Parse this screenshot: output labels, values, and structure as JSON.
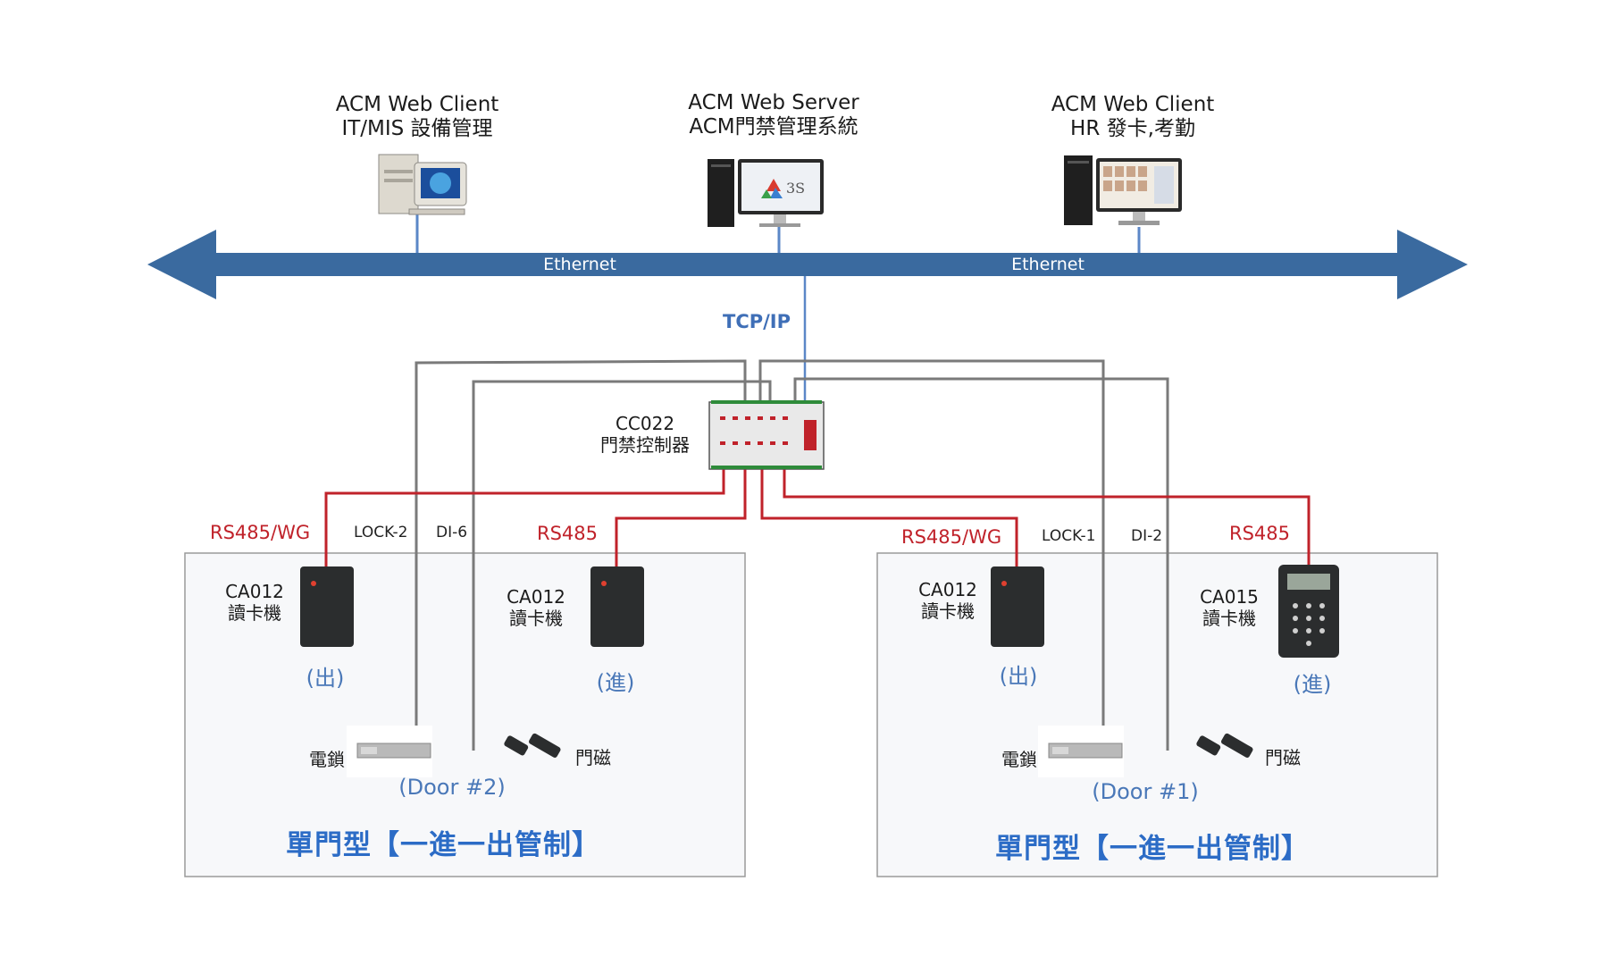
{
  "network": {
    "left_client_line1": "ACM Web Client",
    "left_client_line2": "IT/MIS 設備管理",
    "server_line1": "ACM Web Server",
    "server_line2": "ACM門禁管理系統",
    "right_client_line1": "ACM Web Client",
    "right_client_line2": "HR 發卡,考勤",
    "ethernet_left": "Ethernet",
    "ethernet_right": "Ethernet",
    "tcpip": "TCP/IP",
    "server_logo": "3S"
  },
  "controller": {
    "model": "CC022",
    "name": "門禁控制器"
  },
  "left_door": {
    "rs485wg": "RS485/WG",
    "lock": "LOCK-2",
    "di": "DI-6",
    "rs485": "RS485",
    "reader_out_model": "CA012",
    "reader_out_name": "讀卡機",
    "reader_out_dir": "(出)",
    "reader_in_model": "CA012",
    "reader_in_name": "讀卡機",
    "reader_in_dir": "(進)",
    "lock_label": "電鎖",
    "sensor_label": "門磁",
    "door_label": "(Door #2)",
    "title": "單門型【一進一出管制】"
  },
  "right_door": {
    "rs485wg": "RS485/WG",
    "lock": "LOCK-1",
    "di": "DI-2",
    "rs485": "RS485",
    "reader_out_model": "CA012",
    "reader_out_name": "讀卡機",
    "reader_out_dir": "(出)",
    "reader_in_model": "CA015",
    "reader_in_name": "讀卡機",
    "reader_in_dir": "(進)",
    "lock_label": "電鎖",
    "sensor_label": "門磁",
    "door_label": "(Door #1)",
    "title": "單門型【一進一出管制】"
  },
  "colors": {
    "ethernet_arrow": "#3a6a9f",
    "rs485_wire": "#c0222a",
    "io_wire": "#7a7a7a",
    "tcp_wire": "#5b87c7",
    "box_border": "#9a9a9a",
    "box_fill": "#f7f8fa"
  }
}
